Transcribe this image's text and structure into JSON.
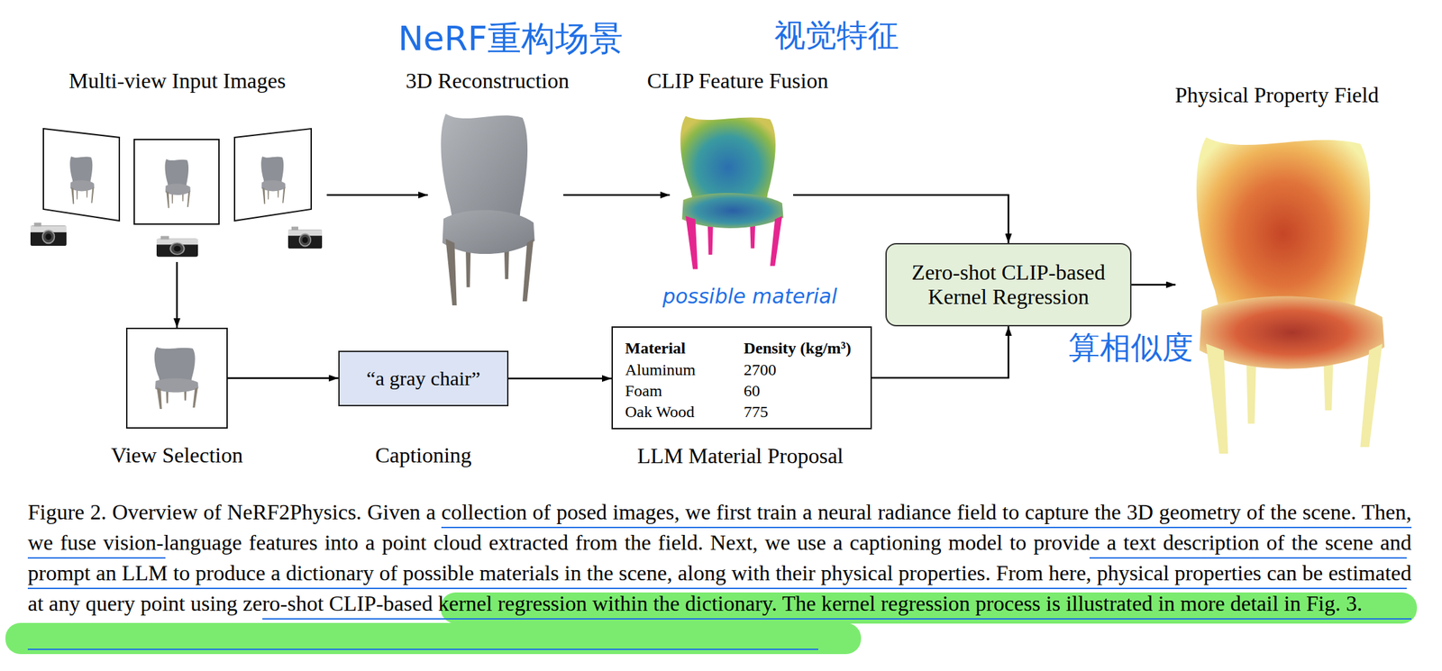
{
  "diagram": {
    "caption": "Figure 2. Overview of NeRF2Physics. Given a collection of posed images, we first train a neural radiance field to capture the 3D geometry of the scene. Then, we fuse vision-language features into a point cloud extracted from the field. Next, we use a captioning model to provide a text description of the scene and prompt an LLM to produce a dictionary of possible materials in the scene, along with their physical properties. From here, physical properties can be estimated at any query point using zero-shot CLIP-based kernel regression within the dictionary. The kernel regression process is illustrated in more detail in Fig. 3.",
    "nodes": [
      {
        "text": [
          "Multi-view Input Images"
        ]
      },
      {
        "text": [
          "3D Reconstruction"
        ]
      },
      {
        "text": [
          "CLIP Feature Fusion"
        ]
      },
      {
        "text": [
          "View Selection"
        ]
      },
      {
        "text": [
          "“a gray chair”",
          "Captioning"
        ]
      },
      {
        "text": [
          "Material",
          "Density (kg/m³)",
          "Aluminum",
          "2700",
          "Foam",
          "60",
          "Oak Wood",
          "775",
          "LLM Material Proposal"
        ]
      },
      {
        "text": [
          "Zero-shot CLIP-based Kernel Regression"
        ]
      },
      {
        "text": [
          "Physical Property Field"
        ]
      }
    ],
    "edges": [
      {
        "from": 0,
        "to": 1,
        "arrow": "to"
      },
      {
        "from": 1,
        "to": 2,
        "arrow": "to"
      },
      {
        "from": 2,
        "to": 6,
        "arrow": "to"
      },
      {
        "from": 0,
        "to": 3,
        "arrow": "to"
      },
      {
        "from": 3,
        "to": 4,
        "arrow": "to"
      },
      {
        "from": 4,
        "to": 5,
        "arrow": "to"
      },
      {
        "from": 5,
        "to": 6,
        "arrow": "to"
      },
      {
        "from": 6,
        "to": 7,
        "arrow": "to"
      }
    ],
    "labels": [
      "NeRF重构场景",
      "视觉特征",
      "possible material",
      "算相似度"
    ]
  }
}
